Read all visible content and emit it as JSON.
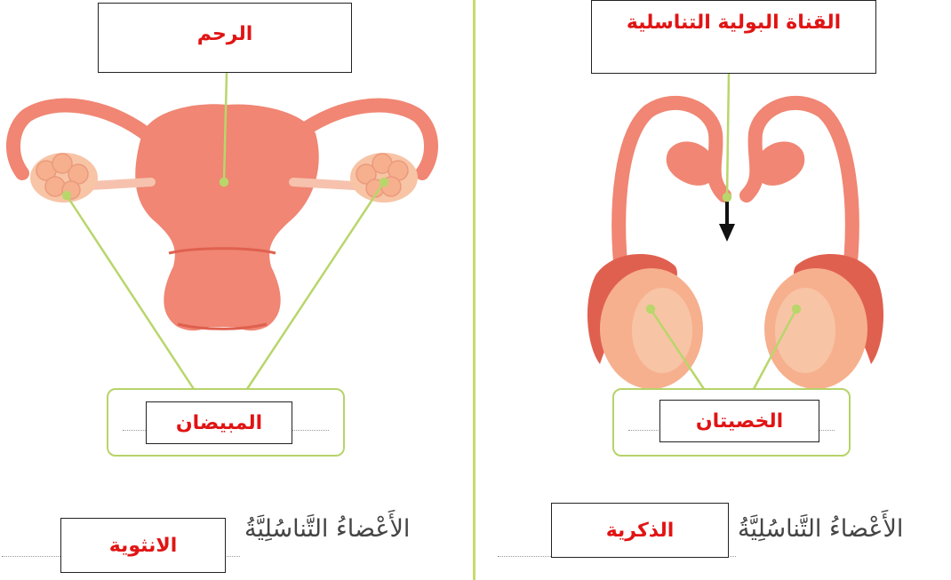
{
  "female": {
    "uterus_label": "الرحم",
    "ovaries_label": "المبيضان",
    "caption_prefix": "الأَعْضاءُ التَّناسُلِيَّةُ",
    "caption_answer": "الانثوية"
  },
  "male": {
    "urethra_label": "القناة البولية التناسلية",
    "testes_label": "الخصيتان",
    "caption_prefix": "الأَعْضاءُ التَّناسُلِيَّةُ",
    "caption_answer": "الذكرية"
  },
  "colors": {
    "organ": "#f08673",
    "organ_dark": "#e0604f",
    "testis": "#f6b08e",
    "leader_line": "#b9d66b",
    "label_text": "#e11414"
  }
}
